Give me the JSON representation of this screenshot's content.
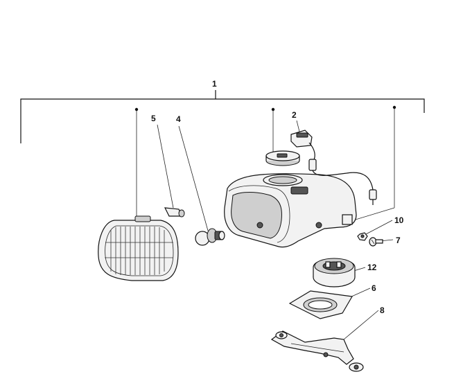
{
  "labels": {
    "assembly": "1",
    "p2": "2",
    "p4": "4",
    "p5": "5",
    "p6": "6",
    "p7": "7",
    "p8": "8",
    "p10": "10",
    "p12": "12"
  }
}
